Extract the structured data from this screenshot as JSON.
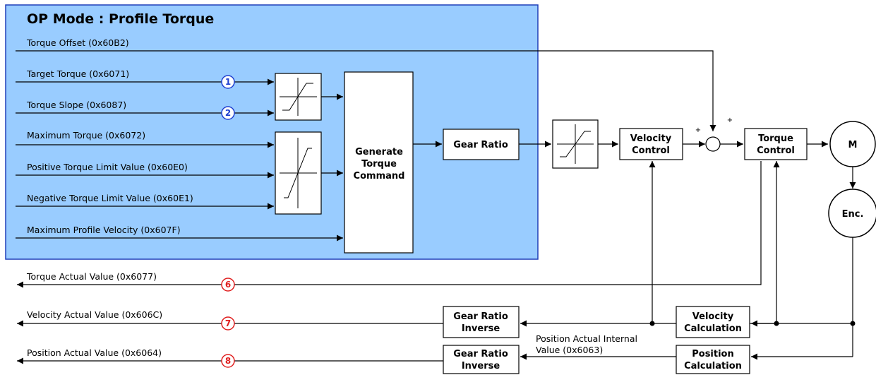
{
  "diagram": {
    "title": "OP Mode : Profile Torque",
    "inputs": [
      {
        "label": "Torque Offset (0x60B2)"
      },
      {
        "label": "Target Torque (0x6071)",
        "marker": "1"
      },
      {
        "label": "Torque Slope (0x6087)",
        "marker": "2"
      },
      {
        "label": "Maximum Torque (0x6072)"
      },
      {
        "label": "Positive Torque Limit Value (0x60E0)"
      },
      {
        "label": "Negative Torque Limit Value (0x60E1)"
      },
      {
        "label": "Maximum Profile Velocity (0x607F)"
      }
    ],
    "outputs": [
      {
        "label": "Torque Actual Value (0x6077)",
        "marker": "6"
      },
      {
        "label": "Velocity Actual Value (0x606C)",
        "marker": "7"
      },
      {
        "label": "Position Actual Value (0x6064)",
        "marker": "8"
      }
    ],
    "blocks": {
      "generate_line1": "Generate",
      "generate_line2": "Torque",
      "generate_line3": "Command",
      "gear_ratio": "Gear Ratio",
      "velocity_control_line1": "Velocity",
      "velocity_control_line2": "Control",
      "torque_control_line1": "Torque",
      "torque_control_line2": "Control",
      "motor": "M",
      "encoder": "Enc.",
      "gear_inverse_line1": "Gear Ratio",
      "gear_inverse_line2": "Inverse",
      "gear_inverse2_line1": "Gear Ratio",
      "gear_inverse2_line2": "Inverse",
      "velocity_calc_line1": "Velocity",
      "velocity_calc_line2": "Calculation",
      "position_calc_line1": "Position",
      "position_calc_line2": "Calculation"
    },
    "position_internal_line1": "Position Actual Internal",
    "position_internal_line2": "Value (0x6063)",
    "summing_signs": {
      "left": "+",
      "top": "+"
    },
    "colors": {
      "op_mode_fill": "#99CCFF",
      "op_mode_border": "#1F3FB8",
      "input_marker": "#1F3FD0",
      "output_marker": "#E02020",
      "line": "#000000"
    }
  }
}
